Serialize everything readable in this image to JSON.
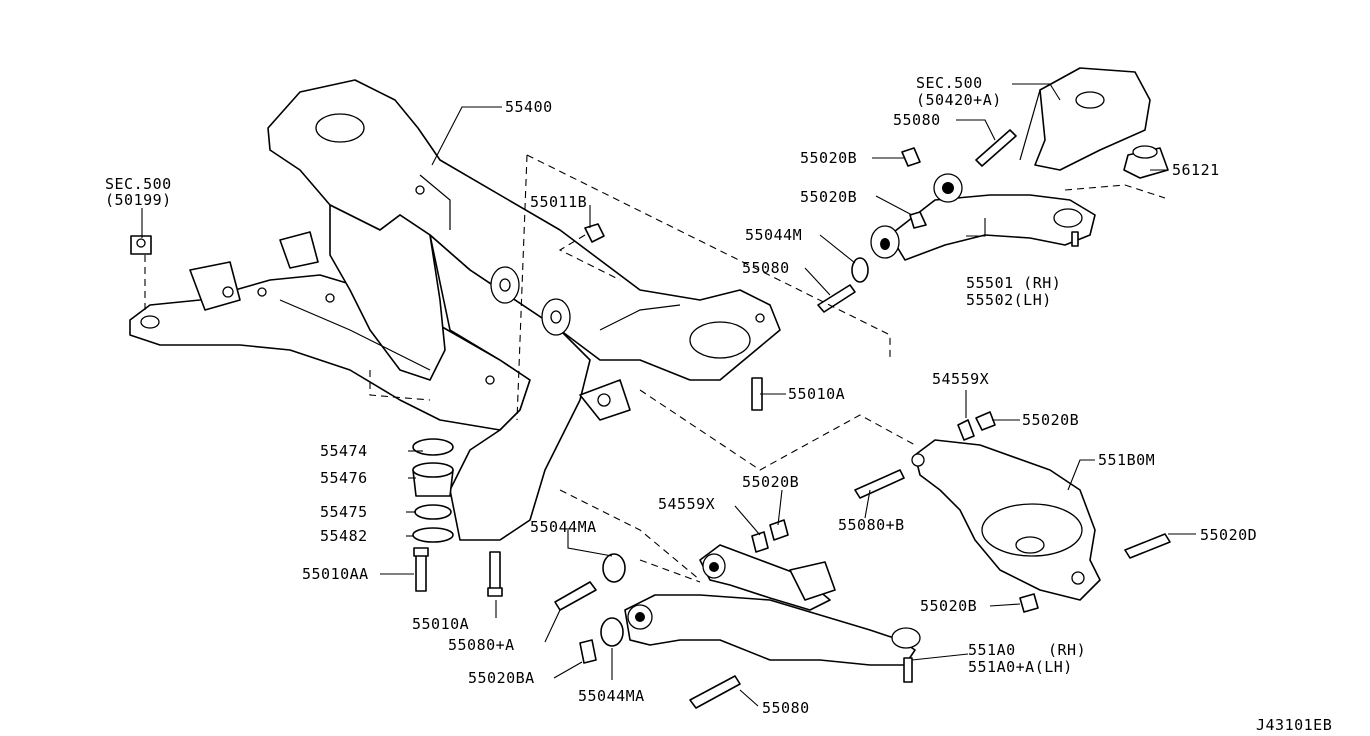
{
  "labels": {
    "sec500_top": "SEC.500",
    "p50420a": "(50420+A)",
    "p55400": "55400",
    "p55080_top": "55080",
    "p56121": "56121",
    "p55020b_1": "55020B",
    "p55020b_2": "55020B",
    "sec500_left": "SEC.500",
    "p50199": "(50199)",
    "p55011b": "55011B",
    "p55044m": "55044M",
    "p55501": "55501 (RH)",
    "p55502": "55502(LH)",
    "p55080_mid": "55080",
    "p55010a_1": "55010A",
    "p54559x_1": "54559X",
    "p55020b_3": "55020B",
    "p55474": "55474",
    "p551b0m": "551B0M",
    "p55476": "55476",
    "p55020b_4": "55020B",
    "p55475": "55475",
    "p54559x_2": "54559X",
    "p55080b": "55080+B",
    "p55482": "55482",
    "p55044ma_1": "55044MA",
    "p55020d": "55020D",
    "p55010aa": "55010AA",
    "p55020b_5": "55020B",
    "p55010a_2": "55010A",
    "p55080a": "55080+A",
    "p551a0": "551A0",
    "p551a0_rh": "(RH)",
    "p551a0a": "551A0+A(LH)",
    "p55020ba": "55020BA",
    "p55044ma_2": "55044MA",
    "p55080_bot": "55080",
    "ref_code": "J43101EB"
  }
}
